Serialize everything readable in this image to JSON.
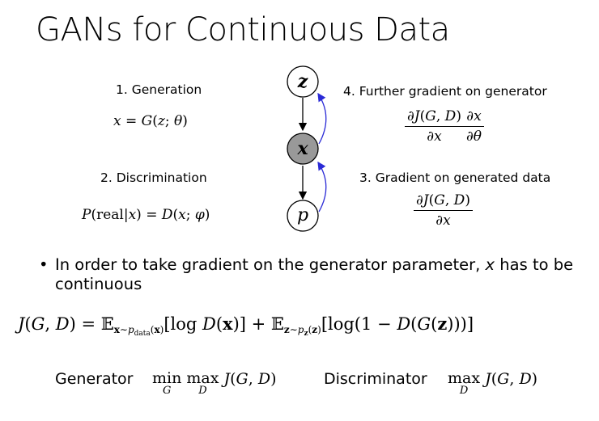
{
  "title": "GANs for Continuous Data",
  "steps": {
    "generation": {
      "label": "1. Generation",
      "formula": "x = G(z;θ)"
    },
    "discrimination": {
      "label": "2. Discrimination",
      "formula": "P(real|x) = D(x;φ)"
    },
    "gradient_data": {
      "label": "3. Gradient on generated data"
    },
    "gradient_gen": {
      "label": "4. Further gradient on generator"
    }
  },
  "nodes": {
    "z": "z",
    "x": "x",
    "p": "p"
  },
  "colors": {
    "arrow_back": "#2b2bd6",
    "node_x_fill": "#999999"
  },
  "bullet": {
    "symbol": "•",
    "text_before": "In order to take gradient on the generator parameter, ",
    "text_var": "x",
    "text_after": " has to be continuous"
  },
  "bottom": {
    "generator_label": "Generator",
    "discriminator_label": "Discriminator"
  }
}
